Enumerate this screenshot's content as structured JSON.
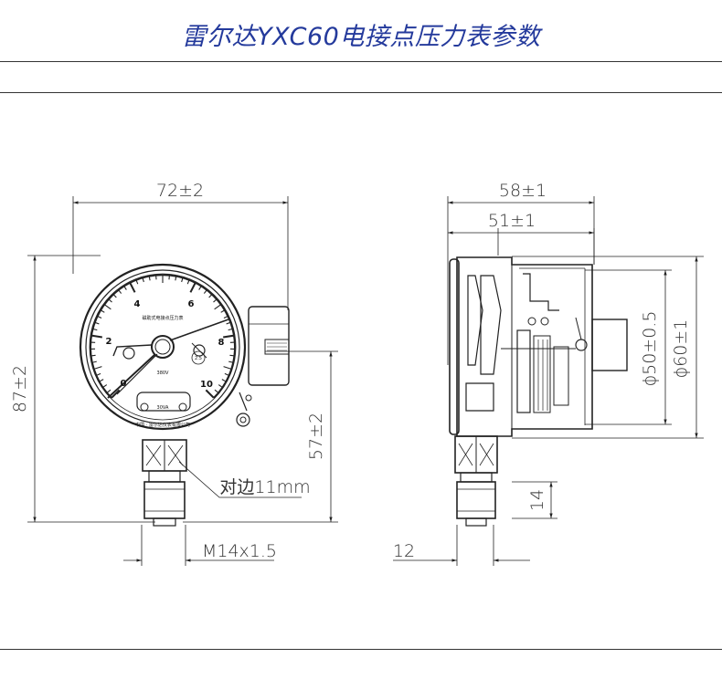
{
  "title": "雷尔达YXC60电接点压力表参数",
  "front_view": {
    "dial_name": "磁助式电接点压力表",
    "dial_numbers": [
      "0",
      "2",
      "4",
      "6",
      "8",
      "10"
    ],
    "accuracy": "2.5",
    "small_mark_1": "380V",
    "small_mark_2": "30VA",
    "manufacturer": "中国 · 雷尔达仪表有限公司",
    "dim_width": "72±2",
    "dim_height": "87±2",
    "dim_lower": "57±2",
    "dim_thread": "M14x1.5",
    "dim_flats": "对边11mm"
  },
  "side_view": {
    "dim_depth_outer": "58±1",
    "dim_depth_inner": "51±1",
    "dim_dia_inner": "ϕ50±0.5",
    "dim_dia_outer": "ϕ60±1",
    "dim_stem": "14",
    "dim_offset": "12"
  },
  "colors": {
    "title": "#243a9c",
    "line": "#222222"
  }
}
